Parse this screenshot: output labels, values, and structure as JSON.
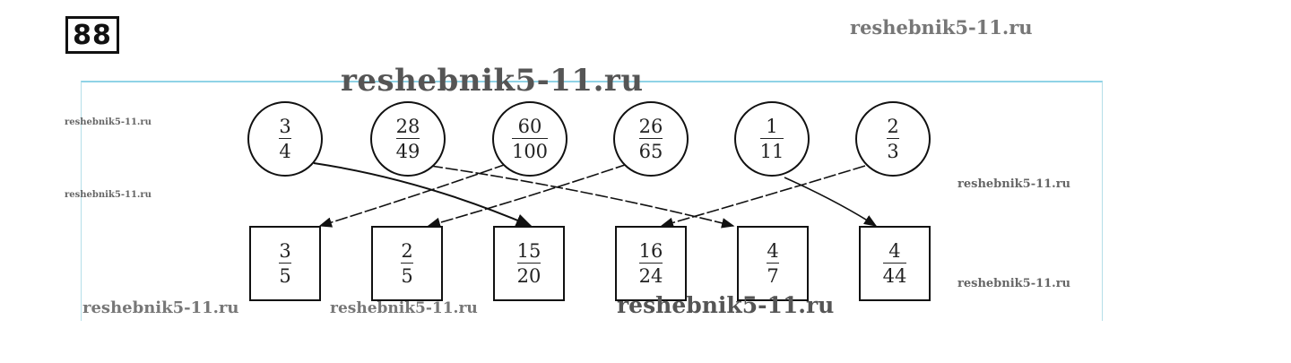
{
  "problem_number": "88",
  "circles": [
    {
      "num": "3",
      "den": "4"
    },
    {
      "num": "28",
      "den": "49"
    },
    {
      "num": "60",
      "den": "100"
    },
    {
      "num": "26",
      "den": "65"
    },
    {
      "num": "1",
      "den": "11"
    },
    {
      "num": "2",
      "den": "3"
    }
  ],
  "squares": [
    {
      "num": "3",
      "den": "5"
    },
    {
      "num": "2",
      "den": "5"
    },
    {
      "num": "15",
      "den": "20"
    },
    {
      "num": "16",
      "den": "24"
    },
    {
      "num": "4",
      "den": "7"
    },
    {
      "num": "4",
      "den": "44"
    }
  ],
  "matches": [
    {
      "from": "3/4",
      "to": "15/20"
    },
    {
      "from": "28/49",
      "to": "4/7"
    },
    {
      "from": "60/100",
      "to": "3/5"
    },
    {
      "from": "26/65",
      "to": "2/5"
    },
    {
      "from": "1/11",
      "to": "4/44"
    },
    {
      "from": "2/3",
      "to": "16/24"
    }
  ],
  "watermarks": {
    "text": "reshebnik5-11.ru"
  }
}
